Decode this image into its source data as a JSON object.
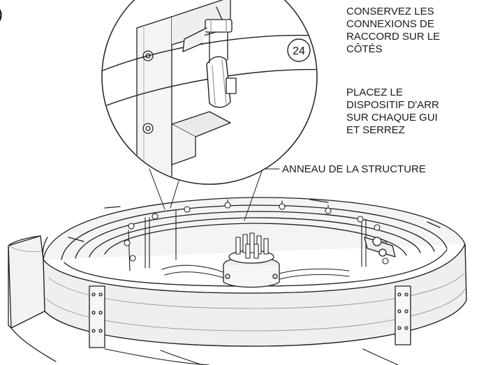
{
  "callouts": {
    "part_number": "24",
    "conserve": [
      "CONSERVEZ LES",
      "CONNEXIONS DE",
      "RACCORD SUR LE",
      "CÔTÉS"
    ],
    "placez": [
      "PLACEZ LE",
      "DISPOSITIF D'ARR",
      "SUR CHAQUE GUI",
      "ET SERREZ"
    ],
    "anneau": "ANNEAU DE LA STRUCTURE"
  },
  "marker": ")",
  "colors": {
    "line": "#1f1f1f",
    "shade": "#e9e9e9",
    "dark": "#cfcfcf",
    "background": "#ffffff"
  }
}
